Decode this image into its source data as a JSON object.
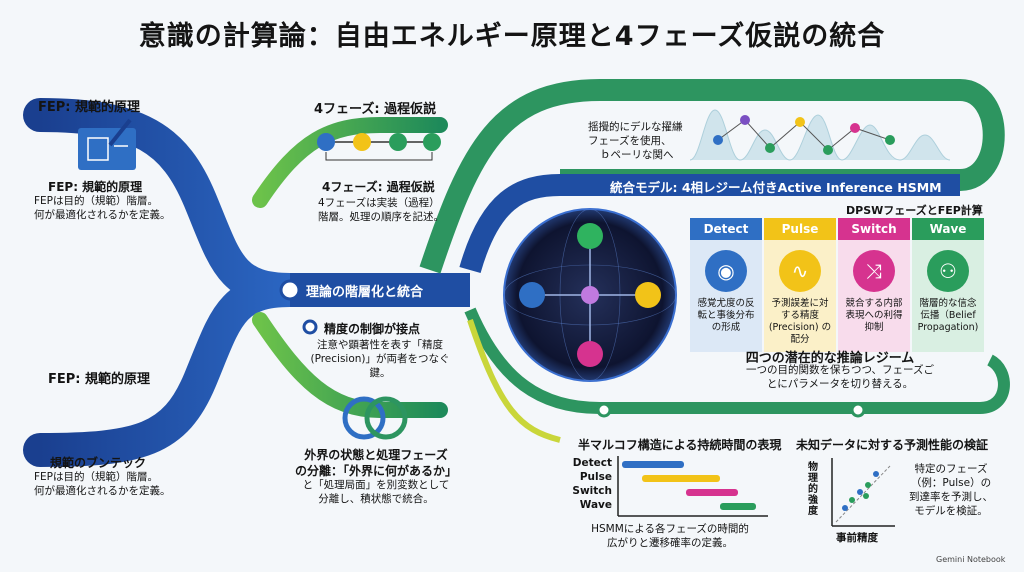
{
  "title": "意識の計算論：自由エネルギー原理と4フェーズ仮説の統合",
  "fep_top": {
    "heading": "FEP: 規範的原理",
    "subheading": "FEP: 規範的原理",
    "body1": "FEPは目的（規範）階層。",
    "body2": "何が最適化されるかを定義。"
  },
  "four_phase": {
    "heading": "4フェーズ: 過程仮説",
    "subheading": "4フェーズ: 過程仮説",
    "body1": "4フェーズは実装（過程）",
    "body2": "階層。処理の順序を記述。",
    "node_colors": [
      "#2f6fc4",
      "#f2c318",
      "#2a9d5c",
      "#2a9d5c"
    ]
  },
  "fep_bottom": {
    "heading": "FEP: 規範的原理",
    "subheading": "規範のブンテック",
    "body1": "FEPは目的（規範）階層。",
    "body2": "何が最適化されるかを定義。"
  },
  "center_label": "理論の階層化と統合",
  "precision": {
    "heading": "精度の制御が接点",
    "body1": "注意や顕著性を表す「精度",
    "body2": "(Precision)」が両者をつなぐ",
    "body3": "鍵。"
  },
  "separation": {
    "heading1": "外界の状態と処理フェーズ",
    "heading2": "の分離：「外界に何があるか」",
    "body1": "と「処理局面」を別変数として",
    "body2": "分離し、積状態で統合。"
  },
  "wave_note": {
    "line1": "揺攪的にデルな擢縑",
    "line2": "フェーズを使用、",
    "line3": "ｂペーリな関へ"
  },
  "model_title": "統合モデル: 4相レジーム付きActive Inference HSMM",
  "dpsw_title": "DPSWフェーズとFEP計算",
  "phases": [
    {
      "name": "Detect",
      "color": "#2f6fc4",
      "bg": "#dce8f6",
      "icon": "eye-icon",
      "glyph": "◉",
      "body1": "感覚尤度の反",
      "body2": "転と事後分布",
      "body3": "の形成",
      "body4": ""
    },
    {
      "name": "Pulse",
      "color": "#f2c318",
      "bg": "#fbf0c8",
      "icon": "pulse-icon",
      "glyph": "∿",
      "body1": "予測誤差に対",
      "body2": "する精度",
      "body3": "(Precision) の",
      "body4": "配分"
    },
    {
      "name": "Switch",
      "color": "#d6338f",
      "bg": "#f8dcec",
      "icon": "shuffle-icon",
      "glyph": "⤨",
      "body1": "競合する内部",
      "body2": "表現への利得",
      "body3": "抑制",
      "body4": ""
    },
    {
      "name": "Wave",
      "color": "#2a9d5c",
      "bg": "#d9efe2",
      "icon": "hierarchy-icon",
      "glyph": "⚇",
      "body1": "階層的な信念",
      "body2": "伝播（Belief",
      "body3": "Propagation)",
      "body4": ""
    }
  ],
  "regimes": {
    "heading": "四つの潜在的な推論レジーム",
    "body1": "一つの目的関数を保ちつつ、フェーズご",
    "body2": "とにパラメータを切り替える。"
  },
  "semi_markov": {
    "heading": "半マルコフ構造による持続時間の表現",
    "labels": [
      "Detect",
      "Pulse",
      "Switch",
      "Wave"
    ],
    "colors": [
      "#2f6fc4",
      "#f2c318",
      "#d6338f",
      "#2a9d5c"
    ],
    "body1": "HSMMによる各フェーズの時間的",
    "body2": "広がりと遷移確率の定義。"
  },
  "validation": {
    "heading": "未知データに対する予測性能の検証",
    "ylabel": "物理的強度",
    "xlabel": "事前精度",
    "body1": "特定のフェーズ",
    "body2": "（例：Pulse）の",
    "body3": "到達率を予測し、",
    "body4": "モデルを検証。"
  },
  "footer": "Gemini Notebook"
}
